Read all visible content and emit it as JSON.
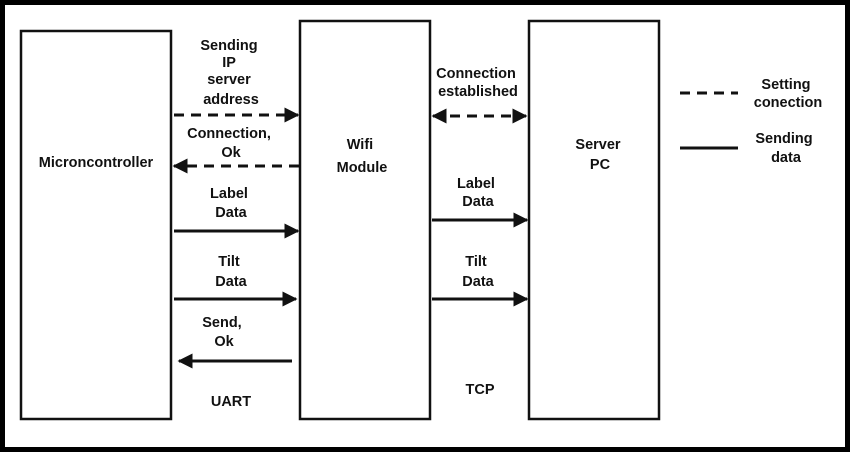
{
  "diagram": {
    "blocks": {
      "microcontroller": "Microncontroller",
      "wifi": [
        "Wifi",
        "Module"
      ],
      "server": [
        "Server",
        "PC"
      ]
    },
    "arrows": {
      "sending_ip": [
        "Sending",
        "IP",
        "server",
        "address"
      ],
      "connection_ok": [
        "Connection,",
        "Ok"
      ],
      "label_data_uart": [
        "Label",
        "Data"
      ],
      "tilt_data_uart": [
        "Tilt",
        "Data"
      ],
      "send_ok": [
        "Send,",
        "Ok"
      ],
      "connection_established": [
        "Connection",
        "established"
      ],
      "label_data_tcp": [
        "Label",
        "Data"
      ],
      "tilt_data_tcp": [
        "Tilt",
        "Data"
      ]
    },
    "protocols": {
      "uart": "UART",
      "tcp": "TCP"
    },
    "legend": {
      "dashed": [
        "Setting",
        "conection"
      ],
      "solid": [
        "Sending",
        "data"
      ]
    }
  }
}
